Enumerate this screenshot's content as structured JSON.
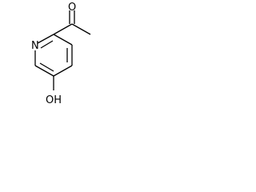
{
  "molecule": {
    "atoms": {
      "ring_nitrogen": "N",
      "carbonyl_oxygen": "O",
      "hydroxyl": "OH"
    }
  }
}
